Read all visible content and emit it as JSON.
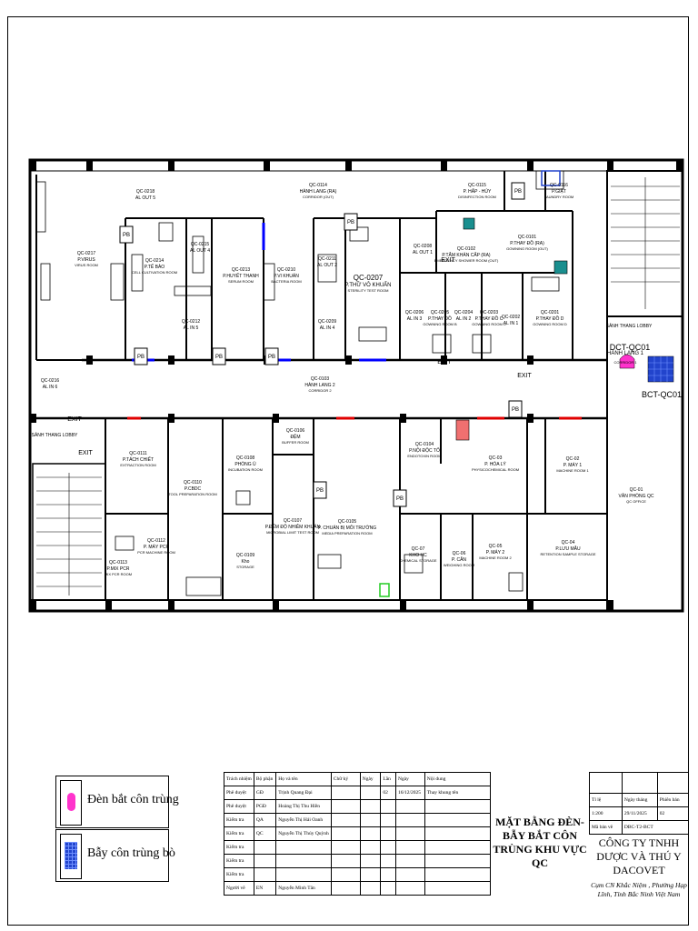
{
  "plan": {
    "rooms": [
      {
        "code": "QC-0218",
        "name": "AL OUT 5",
        "sub": ""
      },
      {
        "code": "QC-0114",
        "name": "HÀNH LANG (RA)",
        "sub": "CORRIDOR (OUT)"
      },
      {
        "code": "QC-0115",
        "name": "P. HẤP - HỦY",
        "sub": "DISINFECTION ROOM"
      },
      {
        "code": "QC-0116",
        "name": "P.GIẶT",
        "sub": "LAUNDRY ROOM"
      },
      {
        "code": "QC-0217",
        "name": "P.VIRUS",
        "sub": "VIRUS ROOM"
      },
      {
        "code": "QC-0214",
        "name": "P.TẾ BÀO",
        "sub": "CELL CULTIVATION ROOM"
      },
      {
        "code": "QC-0215",
        "name": "AL OUT 4",
        "sub": ""
      },
      {
        "code": "QC-0213",
        "name": "P.HUYẾT THANH",
        "sub": "SERUM ROOM"
      },
      {
        "code": "QC-0210",
        "name": "P.VI KHUẨN",
        "sub": "BACTERIA ROOM"
      },
      {
        "code": "QC-0211",
        "name": "AL OUT 2",
        "sub": ""
      },
      {
        "code": "QC-0207",
        "name": "P.THỬ VÔ KHUẨN",
        "sub": "STERILITY TEST ROOM"
      },
      {
        "code": "QC-0208",
        "name": "AL OUT 1",
        "sub": ""
      },
      {
        "code": "QC-0102",
        "name": "P.TẮM KHẨN CẤP (RA)",
        "sub": "EMERGENCY SHOWER ROOM (OUT)"
      },
      {
        "code": "QC-0101",
        "name": "P.THAY ĐỒ (RA)",
        "sub": "GOWNING ROOM (OUT)"
      },
      {
        "code": "QC-0212",
        "name": "AL IN 5",
        "sub": ""
      },
      {
        "code": "QC-0209",
        "name": "AL IN 4",
        "sub": ""
      },
      {
        "code": "QC-0206",
        "name": "AL IN 3",
        "sub": ""
      },
      {
        "code": "QC-0205",
        "name": "P.THAY ĐỒ",
        "sub": "GOWNING ROOM B"
      },
      {
        "code": "QC-0204",
        "name": "AL IN 2",
        "sub": ""
      },
      {
        "code": "QC-0203",
        "name": "P.THAY ĐỒ C",
        "sub": "GOWNING ROOM C"
      },
      {
        "code": "QC-0202",
        "name": "AL IN 1",
        "sub": ""
      },
      {
        "code": "QC-0201",
        "name": "P.THAY ĐỒ D",
        "sub": "GOWNING ROOM D"
      },
      {
        "code": "QC-0216",
        "name": "AL IN 6",
        "sub": ""
      },
      {
        "code": "QC-0103",
        "name": "HÀNH LANG 2",
        "sub": "CORRIDOR 2"
      },
      {
        "code": "QC-0106",
        "name": "ĐỆM",
        "sub": "BUFFER ROOM"
      },
      {
        "code": "QC-0104",
        "name": "P.NỘI ĐỘC TỐ",
        "sub": "ENDOTOXIN ROOM"
      },
      {
        "code": "QC-03",
        "name": "P. HÓA LÝ",
        "sub": "PHYSICOCHEMICAL ROOM"
      },
      {
        "code": "QC-02",
        "name": "P. MÁY 1",
        "sub": "MACHINE ROOM 1"
      },
      {
        "code": "QC-0111",
        "name": "P.TÁCH CHIẾT",
        "sub": "EXTRACTION ROOM"
      },
      {
        "code": "QC-0110",
        "name": "P.CBDC",
        "sub": "TOOL PREPARATION ROOM"
      },
      {
        "code": "QC-0108",
        "name": "PHÒNG Ủ",
        "sub": "INCUBATION ROOM"
      },
      {
        "code": "QC-0107",
        "name": "P.ĐẾM ĐỘ NHIỄM KHUẨN",
        "sub": "MICROBIAL LIMIT TEST ROOM"
      },
      {
        "code": "QC-0105",
        "name": "P. CHUẨN BỊ MÔI TRƯỜNG",
        "sub": "MEDIA PREPARATION ROOM"
      },
      {
        "code": "QC-01",
        "name": "VĂN PHÒNG QC",
        "sub": "QC OFFICE"
      },
      {
        "code": "QC-0112",
        "name": "P. MÁY PCR",
        "sub": "PCR MACHINE ROOM"
      },
      {
        "code": "QC-0113",
        "name": "P.MIX PCR",
        "sub": "MIX PCR ROOM"
      },
      {
        "code": "QC-0109",
        "name": "Kho",
        "sub": "STORAGE"
      },
      {
        "code": "QC-07",
        "name": "KHO HC",
        "sub": "CHEMICAL STORAGE"
      },
      {
        "code": "QC-06",
        "name": "P. CÂN",
        "sub": "WEIGHING ROOM"
      },
      {
        "code": "QC-05",
        "name": "P. MÁY 2",
        "sub": "MACHINE ROOM 2"
      },
      {
        "code": "QC-04",
        "name": "P.LƯU MẪU",
        "sub": "RETENTION SAMPLE STORAGE"
      }
    ],
    "lobby_right": "SẢNH THANG LOBBY",
    "lobby_left": "SẢNH THANG LOBBY",
    "corridor1": "HÀNH LANG 1",
    "corridor1_sub": "CORRIDOR 1",
    "exit": "EXIT",
    "pb": "PB",
    "markers": [
      "DCT-QC01",
      "BCT-QC01"
    ],
    "colors": {
      "lamp": "#ff33cc",
      "trap": "#2244cc",
      "wall": "#000000",
      "door_blue": "#0000ff",
      "door_red": "#e00000"
    }
  },
  "legend": [
    {
      "label": "Đèn bắt côn trùng",
      "icon": "insect-lamp-icon"
    },
    {
      "label": "Bẫy côn trùng bò",
      "icon": "crawling-trap-icon"
    }
  ],
  "titleblock": {
    "headers": [
      "Trách nhiệm",
      "Bộ phận",
      "Họ và tên",
      "Chữ ký",
      "Ngày",
      "Lần",
      "Ngày",
      "Nội dung"
    ],
    "rows": [
      [
        "Phê duyệt",
        "GĐ",
        "Trịnh Quang Đại",
        "",
        "",
        "02",
        "16/12/2025",
        "Thay khung tên"
      ],
      [
        "Phê duyệt",
        "PGĐ",
        "Hoàng Thị Thu Hiền",
        "",
        "",
        "",
        "",
        ""
      ],
      [
        "Kiểm tra",
        "QA",
        "Nguyễn Thị Hải Oanh",
        "",
        "",
        "",
        "",
        ""
      ],
      [
        "Kiểm tra",
        "QC",
        "Nguyễn Thị Thúy Quỳnh",
        "",
        "",
        "",
        "",
        ""
      ],
      [
        "Kiểm tra",
        "",
        "",
        "",
        "",
        "",
        "",
        ""
      ],
      [
        "Kiểm tra",
        "",
        "",
        "",
        "",
        "",
        "",
        ""
      ],
      [
        "Kiểm tra",
        "",
        "",
        "",
        "",
        "",
        "",
        ""
      ],
      [
        "Người vẽ",
        "EN",
        "Nguyễn Minh Tân",
        "",
        "",
        "",
        "",
        ""
      ]
    ],
    "title": "MẶT BẰNG ĐÈN- BẪY BẮT CÔN TRÙNG KHU VỰC QC",
    "meta_headers": [
      "Tỉ lệ",
      "Ngày tháng",
      "Phiên bản"
    ],
    "meta_values": [
      "1:200",
      "29/11/2025",
      "02"
    ],
    "code_label": "Mã bản vẽ",
    "code_value": "DBC-T2-BCT",
    "company": "CÔNG TY TNHH DƯỢC VÀ THÚ Y DACOVET",
    "address": "Cụm CN Khắc Niệm , Phường Hạp Lĩnh, Tỉnh Bắc Ninh Việt Nam"
  }
}
